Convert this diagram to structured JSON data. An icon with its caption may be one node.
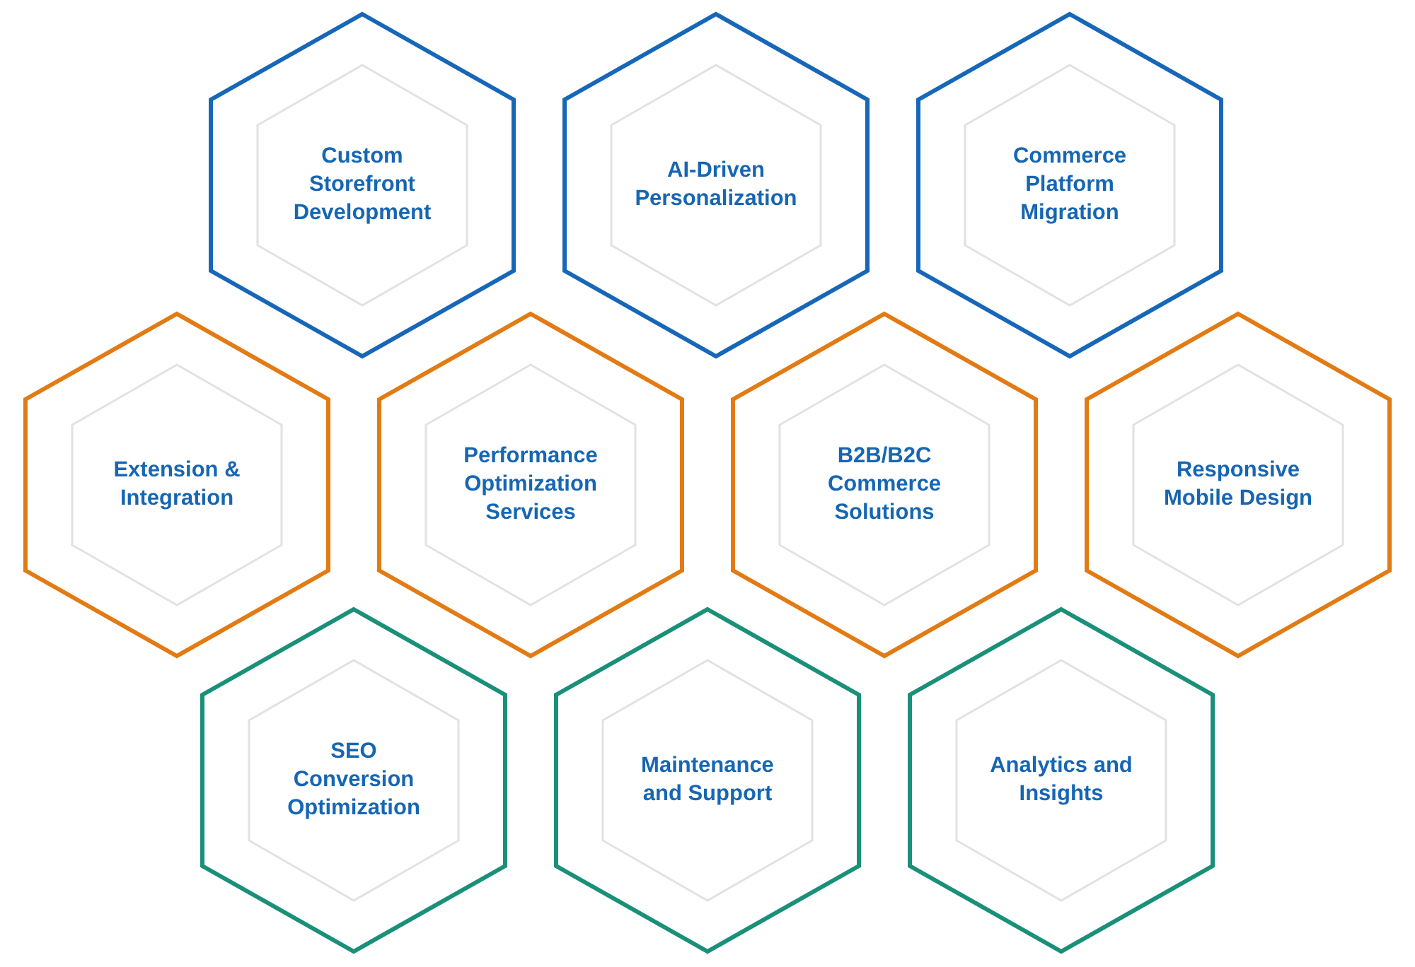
{
  "diagram": {
    "nodes": [
      {
        "text": [
          "Custom Storefront Development"
        ]
      },
      {
        "text": [
          "AI-Driven Personalization"
        ]
      },
      {
        "text": [
          "Commerce Platform Migration"
        ]
      },
      {
        "text": [
          "Extension & Integration"
        ]
      },
      {
        "text": [
          "Performance Optimization Services"
        ]
      },
      {
        "text": [
          "B2B/B2C Commerce Solutions"
        ]
      },
      {
        "text": [
          "Responsive Mobile Design"
        ]
      },
      {
        "text": [
          "SEO Conversion Optimization"
        ]
      },
      {
        "text": [
          "Maintenance and Support"
        ]
      },
      {
        "text": [
          "Analytics and Insights"
        ]
      }
    ]
  }
}
